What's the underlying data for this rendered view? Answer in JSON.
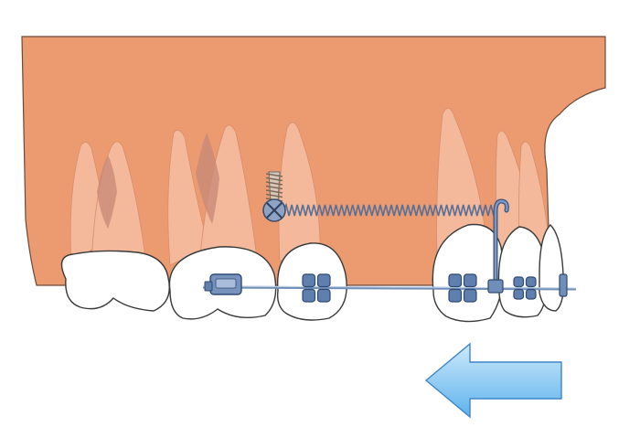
{
  "colors": {
    "gingiva": "#ec9a70",
    "gingiva_outline": "#6a4a3a",
    "root": "#f3b99a",
    "root_canal": "#c98a78",
    "enamel": "#ffffff",
    "tooth_outline": "#3a3a3a",
    "bracket": "#5f7fae",
    "bracket_dark": "#2f4a72",
    "archwire": "#6f8fb8",
    "spring": "#5a6f96",
    "arrow_fill_light": "#cdeafc",
    "arrow_fill_dark": "#5fb2ec",
    "arrow_outline": "#3f86c8"
  },
  "elements": {
    "gingiva": "gingiva",
    "molar": "first-molar",
    "premolar_2": "second-premolar",
    "premolar_1": "first-premolar",
    "canine": "canine",
    "lateral_incisor": "lateral-incisor",
    "mini_screw": "mini-screw-implant",
    "spring": "nickel-titanium-coil-spring",
    "power_arm": "power-arm-hook",
    "archwire": "archwire",
    "direction_arrow": "retraction-direction-arrow"
  }
}
